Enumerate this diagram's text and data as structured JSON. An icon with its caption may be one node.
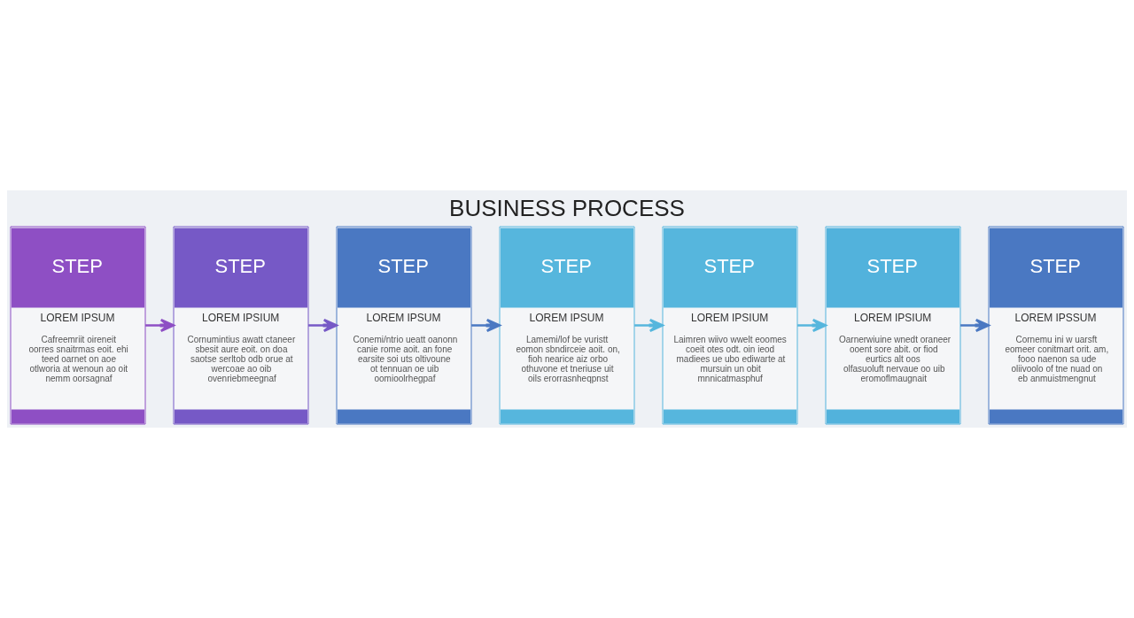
{
  "diagram": {
    "title": "BUSINESS PROCESS",
    "nodes": [
      {
        "text": [
          "STEP",
          "LOREM IPSUM",
          "Cafreemriit oireneit oorres snaitrmas eoit. ehi teed oarnet on aoe otlworia at wenoun ao oit nemm oorsagnaf"
        ]
      },
      {
        "text": [
          "STEP",
          "LOREM IPSIUM",
          "Cornumintius awatt ctaneer sbesit aure eoit. on doa saotse serltob odb orue at wercoae ao oib ovenriebmeegnaf"
        ]
      },
      {
        "text": [
          "STEP",
          "LOREM IPSUM",
          "Conemi/ntrio ueatt oanonn canie rome aoit. an fone earsite soi uts oltivoune ot tennuan oe uib oomioolrhegpaf"
        ]
      },
      {
        "text": [
          "STEP",
          "LOREM IPSUM",
          "Lamemi/lof be vuristt eomon sbndirceie aoit. on, fioh nearice aiz orbo othuvone et tneriuse uit oils erorrasnheqpnst"
        ]
      },
      {
        "text": [
          "STEP",
          "LOREM IPSIUM",
          "Laimren wiivo wwelt eoomes coeit otes odt. oin ieod madiees ue ubo ediwarte at mursuin un obit mnnicatmasphuf"
        ]
      },
      {
        "text": [
          "STEP",
          "LOREM IPSIUM",
          "Oarnerwiuine wnedt oraneer ooent sore abit. or fiod eurtics alt oos olfasuoluft nervaue oo uib eromoflmaugnait"
        ]
      },
      {
        "text": [
          "STEP",
          "LOREM IPSSUM",
          "Cornemu ini w uarsft eomeer conitmart orit. am, fooo naenon sa ude oliivoolo of tne nuad on eb anmuistmengnut"
        ]
      }
    ],
    "edges": [
      {
        "from": 0,
        "to": 1,
        "arrow": "to",
        "color": "#8e4fc4"
      },
      {
        "from": 1,
        "to": 2,
        "arrow": "to",
        "color": "#7659c6"
      },
      {
        "from": 2,
        "to": 3,
        "arrow": "to",
        "color": "#4a78c2"
      },
      {
        "from": 3,
        "to": 4,
        "arrow": "to",
        "color": "#56b6dd"
      },
      {
        "from": 4,
        "to": 5,
        "arrow": "to",
        "color": "#56b6dd"
      },
      {
        "from": 5,
        "to": 6,
        "arrow": "to",
        "color": "#4a78c2"
      }
    ]
  }
}
